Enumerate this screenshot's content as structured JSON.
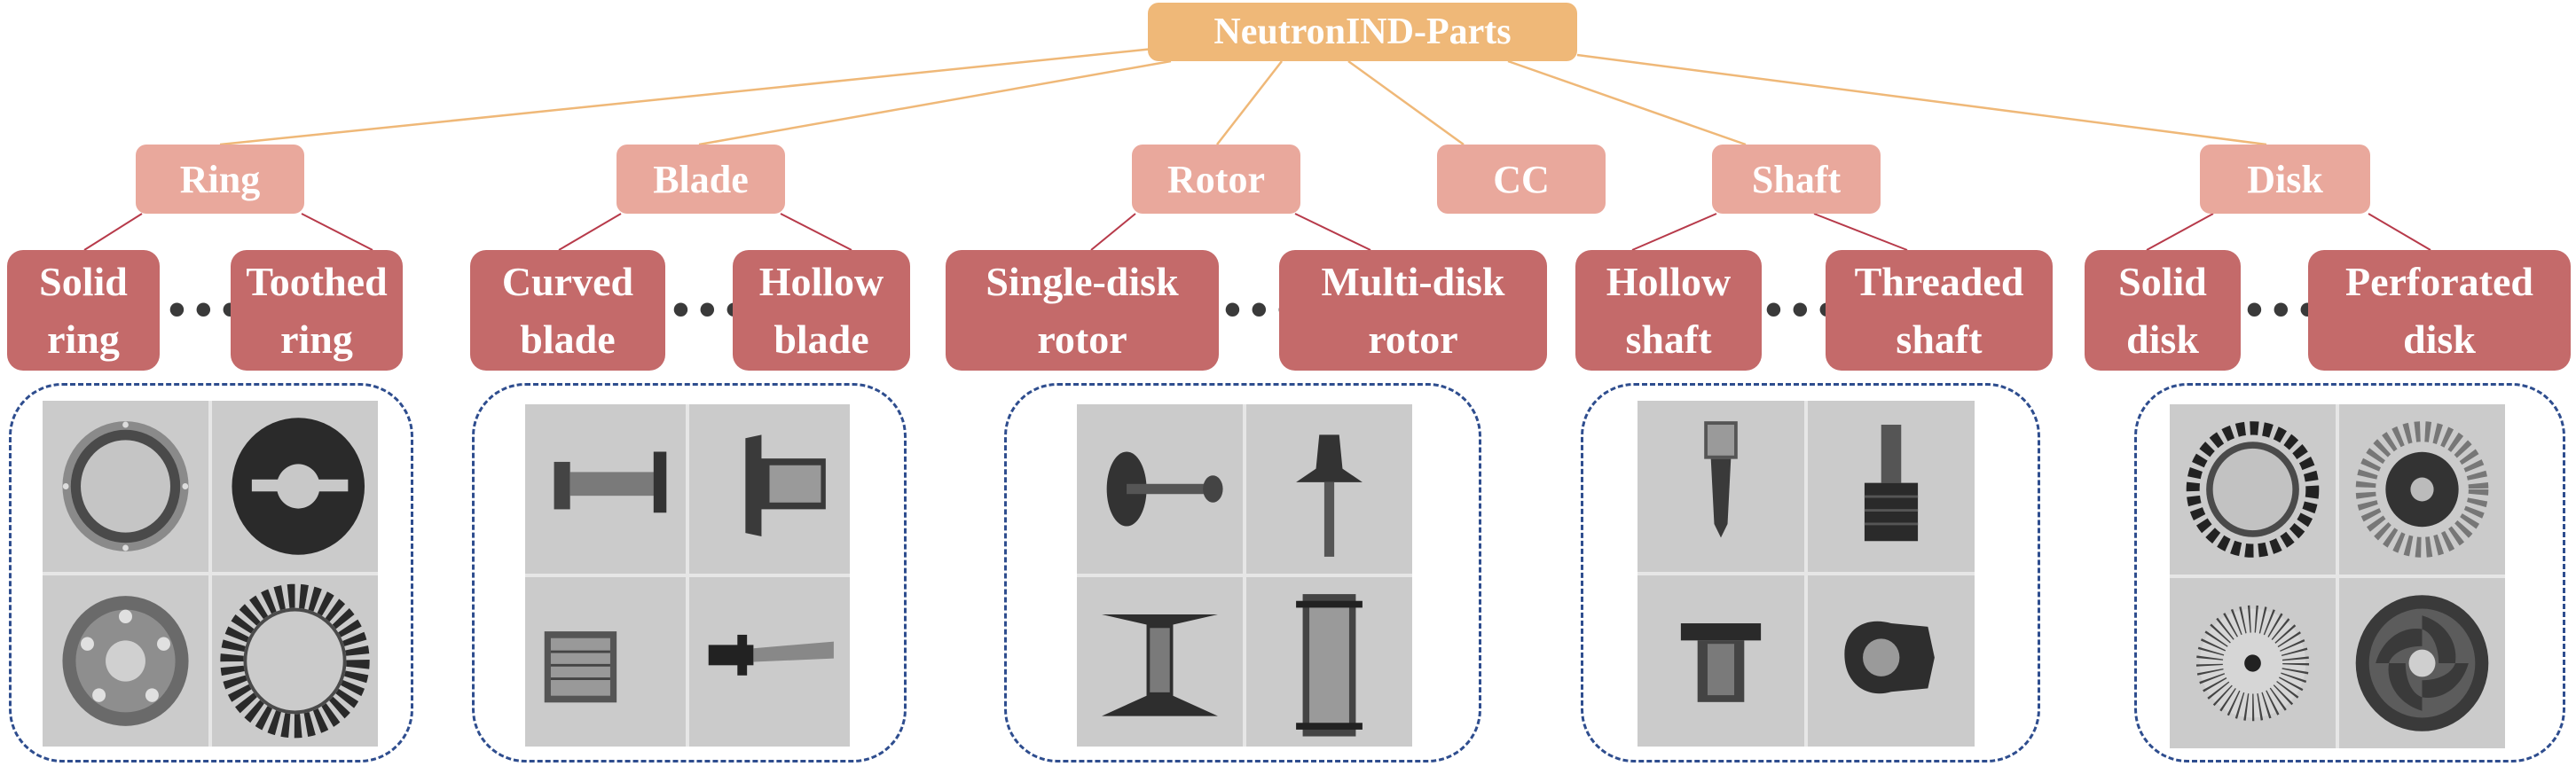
{
  "root": {
    "label": "NeutronIND-Parts"
  },
  "categories": [
    {
      "label": "Ring"
    },
    {
      "label": "Blade"
    },
    {
      "label": "Rotor"
    },
    {
      "label": "CC"
    },
    {
      "label": "Shaft"
    },
    {
      "label": "Disk"
    }
  ],
  "subcategories": {
    "ring": [
      {
        "line1": "Solid",
        "line2": "ring"
      },
      {
        "line1": "Toothed",
        "line2": "ring"
      }
    ],
    "blade": [
      {
        "line1": "Curved",
        "line2": "blade"
      },
      {
        "line1": "Hollow",
        "line2": "blade"
      }
    ],
    "rotor": [
      {
        "line1": "Single-disk",
        "line2": "rotor"
      },
      {
        "line1": "Multi-disk",
        "line2": "rotor"
      }
    ],
    "shaft": [
      {
        "line1": "Hollow",
        "line2": "shaft"
      },
      {
        "line1": "Threaded",
        "line2": "shaft"
      }
    ],
    "disk": [
      {
        "line1": "Solid",
        "line2": "disk"
      },
      {
        "line1": "Perforated",
        "line2": "disk"
      }
    ]
  },
  "ellipsis": "• • •",
  "colors": {
    "root_fill": "#efb878",
    "category_fill": "#e9a89c",
    "subcategory_fill": "#c46a6a",
    "root_connector": "#efb878",
    "sub_connector": "#b73a4a",
    "group_border": "#2e4d8e"
  }
}
